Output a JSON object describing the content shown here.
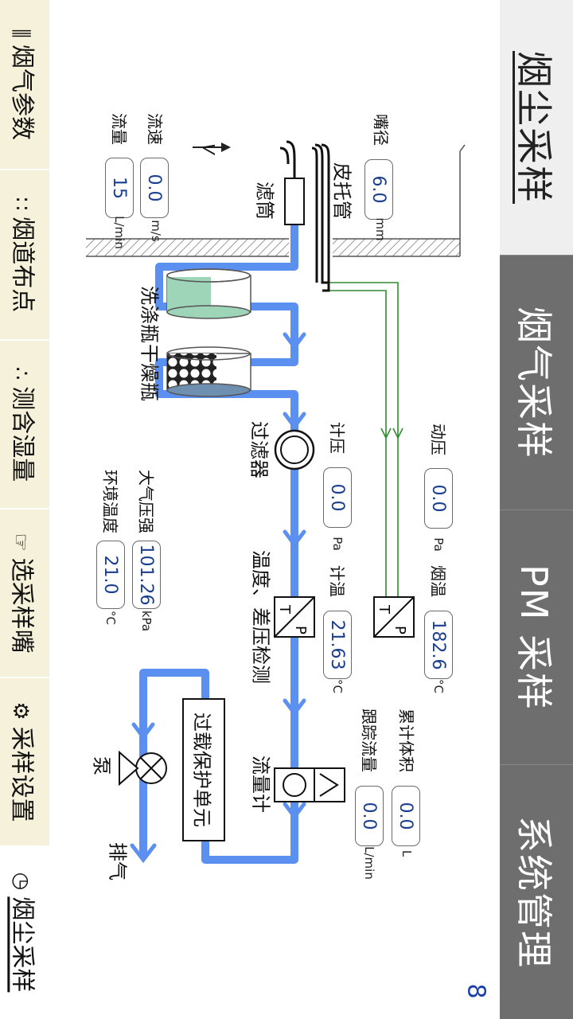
{
  "main_tabs": [
    "烟尘采样",
    "烟气采样",
    "PM 采样",
    "系统管理"
  ],
  "sub_tabs": [
    {
      "icon": "sliders-icon",
      "glyph": "⫼",
      "label": "烟气参数"
    },
    {
      "icon": "grid-icon",
      "glyph": "∷",
      "label": "烟道布点"
    },
    {
      "icon": "drops-icon",
      "glyph": "∴",
      "label": "测含湿量"
    },
    {
      "icon": "hand-point-icon",
      "glyph": "☞",
      "label": "选采样嘴"
    },
    {
      "icon": "gear-icon",
      "glyph": "⚙",
      "label": "采样设置"
    },
    {
      "icon": "clock-icon",
      "glyph": "◷",
      "label": "烟尘采样"
    }
  ],
  "diagram": {
    "components": {
      "pitot": "皮托管",
      "filter_tube": "滤筒",
      "wash_bottle": "洗涤瓶",
      "dry_bottle": "干燥瓶",
      "filter": "过滤器",
      "temp_pressure": "温度、差压检测",
      "flowmeter": "流量计",
      "overload": "过载保护单元",
      "pump": "泵",
      "exhaust": "排气",
      "flow_symbol": "V"
    },
    "fields": {
      "nozzle": {
        "label": "嘴径",
        "value": "6.0",
        "unit": "mm"
      },
      "velocity": {
        "label": "流速",
        "value": "0.0",
        "unit": "m/s"
      },
      "flow": {
        "label": "流量",
        "value": "15",
        "unit": "L/min"
      },
      "dynamic_pressure": {
        "label": "动压",
        "value": "0.0",
        "unit": "Pa"
      },
      "flue_temp": {
        "label": "烟温",
        "value": "182.6",
        "unit": "°C"
      },
      "meter_pressure": {
        "label": "计压",
        "value": "0.0",
        "unit": "Pa"
      },
      "meter_temp": {
        "label": "计温",
        "value": "21.63",
        "unit": "°C"
      },
      "atm_pressure": {
        "label": "大气压强",
        "value": "101.26",
        "unit": "kPa"
      },
      "ambient_temp": {
        "label": "环境温度",
        "value": "21.0",
        "unit": "°C"
      },
      "cumulative_volume": {
        "label": "累计体积",
        "value": "0.0",
        "unit": "L"
      },
      "tracking_flow": {
        "label": "跟踪流量",
        "value": "0.0",
        "unit": "L/min"
      }
    }
  },
  "page_number": "8",
  "colors": {
    "pipe": "#5b8ff0",
    "gas_line": "#2e8b2e",
    "value_text": "#1b3f8f",
    "tab_active": "#efefef",
    "tab_inactive": "#6e6e6e",
    "subtab_bg": "#f6f1da"
  }
}
